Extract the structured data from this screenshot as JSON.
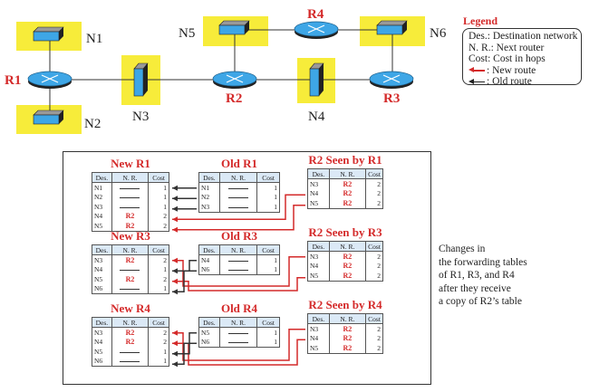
{
  "network": {
    "routers": [
      {
        "id": "R1",
        "label": "R1"
      },
      {
        "id": "R2",
        "label": "R2"
      },
      {
        "id": "R3",
        "label": "R3"
      },
      {
        "id": "R4",
        "label": "R4"
      }
    ],
    "networks": [
      {
        "id": "N1",
        "label": "N1"
      },
      {
        "id": "N2",
        "label": "N2"
      },
      {
        "id": "N3",
        "label": "N3"
      },
      {
        "id": "N4",
        "label": "N4"
      },
      {
        "id": "N5",
        "label": "N5"
      },
      {
        "id": "N6",
        "label": "N6"
      }
    ],
    "colors": {
      "highlight": "#f7ec3a",
      "device_blue": "#3a9ee0",
      "label_red": "#d42a2a",
      "new_route": "#d42a2a",
      "old_route": "#333333"
    }
  },
  "legend": {
    "title": "Legend",
    "items": [
      "Des.: Destination network",
      "N. R.: Next router",
      "Cost: Cost in hops",
      ": New route",
      ": Old route"
    ]
  },
  "headers": {
    "des": "Des.",
    "nr": "N. R.",
    "cost": "Cost"
  },
  "groups": [
    {
      "new": {
        "title": "New R1",
        "rows": [
          {
            "des": "N1",
            "nr": "",
            "cost": "1"
          },
          {
            "des": "N2",
            "nr": "",
            "cost": "1"
          },
          {
            "des": "N3",
            "nr": "",
            "cost": "1"
          },
          {
            "des": "N4",
            "nr": "R2",
            "cost": "2"
          },
          {
            "des": "N5",
            "nr": "R2",
            "cost": "2"
          }
        ]
      },
      "old": {
        "title": "Old R1",
        "rows": [
          {
            "des": "N1",
            "nr": "",
            "cost": "1"
          },
          {
            "des": "N2",
            "nr": "",
            "cost": "1"
          },
          {
            "des": "N3",
            "nr": "",
            "cost": "1"
          }
        ]
      },
      "seen": {
        "title": "R2 Seen by R1",
        "rows": [
          {
            "des": "N3",
            "nr": "R2",
            "cost": "2"
          },
          {
            "des": "N4",
            "nr": "R2",
            "cost": "2"
          },
          {
            "des": "N5",
            "nr": "R2",
            "cost": "2"
          }
        ]
      }
    },
    {
      "new": {
        "title": "New R3",
        "rows": [
          {
            "des": "N3",
            "nr": "R2",
            "cost": "2"
          },
          {
            "des": "N4",
            "nr": "",
            "cost": "1"
          },
          {
            "des": "N5",
            "nr": "R2",
            "cost": "2"
          },
          {
            "des": "N6",
            "nr": "",
            "cost": "1"
          }
        ]
      },
      "old": {
        "title": "Old R3",
        "rows": [
          {
            "des": "N4",
            "nr": "",
            "cost": "1"
          },
          {
            "des": "N6",
            "nr": "",
            "cost": "1"
          }
        ]
      },
      "seen": {
        "title": "R2 Seen by R3",
        "rows": [
          {
            "des": "N3",
            "nr": "R2",
            "cost": "2"
          },
          {
            "des": "N4",
            "nr": "R2",
            "cost": "2"
          },
          {
            "des": "N5",
            "nr": "R2",
            "cost": "2"
          }
        ]
      }
    },
    {
      "new": {
        "title": "New R4",
        "rows": [
          {
            "des": "N3",
            "nr": "R2",
            "cost": "2"
          },
          {
            "des": "N4",
            "nr": "R2",
            "cost": "2"
          },
          {
            "des": "N5",
            "nr": "",
            "cost": "1"
          },
          {
            "des": "N6",
            "nr": "",
            "cost": "1"
          }
        ]
      },
      "old": {
        "title": "Old R4",
        "rows": [
          {
            "des": "N5",
            "nr": "",
            "cost": "1"
          },
          {
            "des": "N6",
            "nr": "",
            "cost": "1"
          }
        ]
      },
      "seen": {
        "title": "R2 Seen by R4",
        "rows": [
          {
            "des": "N3",
            "nr": "R2",
            "cost": "2"
          },
          {
            "des": "N4",
            "nr": "R2",
            "cost": "2"
          },
          {
            "des": "N5",
            "nr": "R2",
            "cost": "2"
          }
        ]
      }
    }
  ],
  "caption": [
    "Changes in",
    "the forwarding tables",
    "of R1, R3, and R4",
    "after they receive",
    "a copy of R2’s table"
  ]
}
